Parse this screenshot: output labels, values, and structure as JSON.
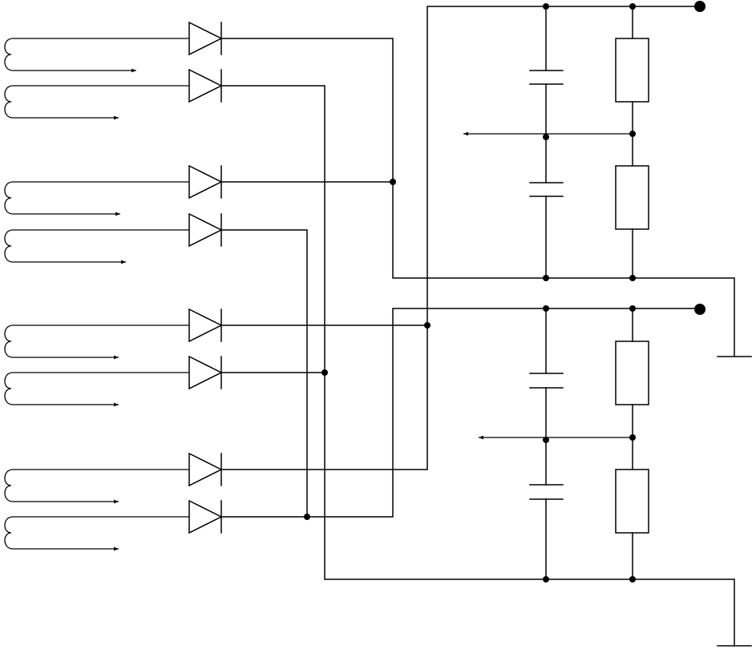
{
  "diagram": {
    "kind": "circuit-schematic",
    "colors": {
      "line": "#000000",
      "background": "#ffffff"
    },
    "components": {
      "inductor_coils": 8,
      "diodes": 8,
      "capacitors": 4,
      "resistors": 4,
      "output_terminals": 2,
      "ground_symbols": 2
    },
    "labels": []
  }
}
